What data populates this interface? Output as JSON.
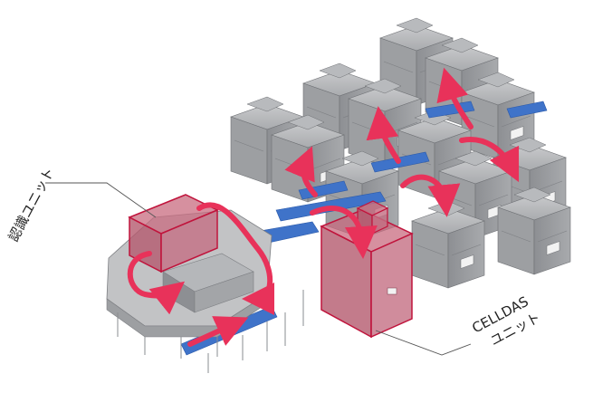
{
  "labels": {
    "recognition_unit": "認識ユニット",
    "celldas_line1": "CELLDAS",
    "celldas_line2": "ユニット"
  },
  "colors": {
    "background": "#ffffff",
    "machine_body": "#9d9fa2",
    "machine_dark": "#6f7175",
    "machine_light": "#c8c9cb",
    "conveyor_blue": "#3f73c9",
    "flow_arrow": "#e8325a",
    "highlight_fill": "#c86b7f",
    "highlight_stroke": "#c0143c",
    "leader_line": "#555555"
  }
}
